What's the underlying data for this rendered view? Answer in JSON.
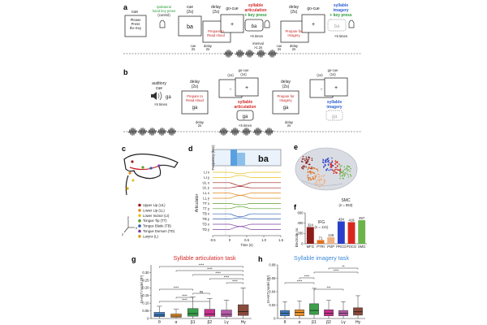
{
  "panel_a": {
    "label": "a",
    "cue_left": "cue",
    "press_text": [
      "Please",
      "Press",
      "the Key"
    ],
    "ipsi": [
      "ipsilateral",
      "hand key press",
      "(control)"
    ],
    "cue2": [
      "cue",
      "(2s)"
    ],
    "stim1": "ba",
    "delay1": [
      "delay",
      "(2s)"
    ],
    "gocue1": "go-cue",
    "plus": "+",
    "art_title": [
      "syllable",
      "articulation",
      "+ key press"
    ],
    "prepare_aloud": [
      "Prepare to",
      "Read Aloud"
    ],
    "times": "×5 times",
    "stim_ba": "ba",
    "delay2": [
      "delay",
      "(2s)"
    ],
    "gocue2": "go-cue",
    "img_title": [
      "syllable",
      "imagery",
      "+ key press"
    ],
    "prepare_img": [
      "Prepare for",
      "Imagery"
    ],
    "ba_dim": "ba",
    "times2": "×5 times",
    "t_cue": [
      "cue",
      "2s"
    ],
    "t_delay": [
      "delay",
      "2s"
    ],
    "t_interval": [
      "interval",
      ">1.2s"
    ],
    "t_cue2": [
      "cue",
      "2s"
    ],
    "t_delay2": [
      "delay",
      "2s"
    ]
  },
  "panel_b": {
    "label": "b",
    "aud": [
      "auditory",
      "cue"
    ],
    "ga": "ga",
    "times": "×5 times",
    "delay": [
      "delay",
      "(2s)"
    ],
    "prepare_aloud": [
      "Prepare to",
      "Read Aloud"
    ],
    "stim": "ga",
    "go1": [
      "(1s)",
      "go-cue",
      "(1s)"
    ],
    "syl_art": [
      "syllable",
      "articulation"
    ],
    "ga2": "ga",
    "times2": "×5 times",
    "delay2": [
      "delay",
      "(2s)"
    ],
    "prepare_img": [
      "Prepare for",
      "Imagery"
    ],
    "stim2": "ga",
    "go2": [
      "(1s)",
      "go-cue",
      "(1s)"
    ],
    "syl_img": [
      "syllable",
      "imagery"
    ],
    "ga3": "ga",
    "t_delay1": [
      "delay",
      "2s"
    ],
    "t_delay2": [
      "delay",
      "2s"
    ]
  },
  "panel_c": {
    "label": "c",
    "legend": [
      {
        "name": "Upper Lip (UL)",
        "color": "#9b1c1c"
      },
      {
        "name": "Lower Lip (LL)",
        "color": "#e08a1e"
      },
      {
        "name": "Lower Incisor (LI)",
        "color": "#e6c21c"
      },
      {
        "name": "Tongue Tip (TT)",
        "color": "#5a9e2f"
      },
      {
        "name": "Tongue Blade (TB)",
        "color": "#2f5fb0"
      },
      {
        "name": "Tongue Dorsum (TD)",
        "color": "#7b3fa0"
      },
      {
        "name": "Larynx (L)",
        "color": "#d9a400"
      }
    ],
    "axes": [
      "y",
      "z",
      "x"
    ]
  },
  "panel_d": {
    "label": "d",
    "word": "ba",
    "spec_ylabel": "Frequency (kHz)",
    "ylabel": "Articulator",
    "xlabel": "Time (s)",
    "rows": [
      "LI x",
      "LI y",
      "UL x",
      "UL y",
      "LL x",
      "LL y",
      "TT x",
      "TT y",
      "TB x",
      "TB y",
      "TD x",
      "TD y"
    ],
    "row_colors": [
      "#e6c21c",
      "#e6c21c",
      "#9b1c1c",
      "#9b1c1c",
      "#e08a1e",
      "#e08a1e",
      "#5a9e2f",
      "#5a9e2f",
      "#2f5fb0",
      "#2f5fb0",
      "#7b3fa0",
      "#7b3fa0"
    ],
    "xticks": [
      "-0.5",
      "0",
      "0.5",
      "1.0",
      "1.5"
    ]
  },
  "panel_e": {
    "label": "e"
  },
  "panel_f": {
    "label": "f",
    "ylabel": "Electrode no.",
    "smc_label": [
      "SMC",
      "(n = 853)"
    ],
    "ifg_label": [
      "IFG",
      "(n = 121)"
    ],
    "chart_data": {
      "type": "bar",
      "categories": [
        "MFG",
        "PTRI",
        "POP",
        "PRCG",
        "POCG",
        "SMG"
      ],
      "values": [
        324,
        71,
        126,
        434,
        419,
        457
      ],
      "ylim": [
        0,
        600
      ],
      "yticks": [
        0,
        200,
        400,
        600
      ],
      "colors": [
        "#8c1d18",
        "#e07020",
        "#f0b080",
        "#2a3fc9",
        "#d8281e",
        "#6cb44a"
      ]
    }
  },
  "panel_g": {
    "label": "g",
    "title": "Syllable articulation task",
    "title_color": "#d42a2a",
    "ylabel": "SI-AKT model (R²)",
    "sig": [
      "****",
      "****",
      "****",
      "****",
      "****",
      "****",
      "ns",
      "****",
      "****"
    ],
    "chart_data": {
      "type": "box",
      "categories": [
        "θ",
        "α",
        "β1",
        "β2",
        "Lγ",
        "Hγ"
      ],
      "ylim": [
        0,
        0.35
      ],
      "yticks": [
        "0",
        "0.05",
        "0.10",
        "0.15",
        "0.20",
        "0.25",
        "0.30"
      ],
      "boxes": [
        {
          "q1": 0.012,
          "median": 0.022,
          "q3": 0.04,
          "min": 0.0,
          "max": 0.08,
          "color": "#3e7cc2"
        },
        {
          "q1": 0.008,
          "median": 0.016,
          "q3": 0.03,
          "min": 0.0,
          "max": 0.06,
          "color": "#e8902a"
        },
        {
          "q1": 0.015,
          "median": 0.032,
          "q3": 0.065,
          "min": 0.0,
          "max": 0.14,
          "color": "#3aa04a"
        },
        {
          "q1": 0.014,
          "median": 0.03,
          "q3": 0.06,
          "min": 0.0,
          "max": 0.13,
          "color": "#c8318e"
        },
        {
          "q1": 0.013,
          "median": 0.027,
          "q3": 0.055,
          "min": 0.0,
          "max": 0.12,
          "color": "#b55aa8"
        },
        {
          "q1": 0.02,
          "median": 0.045,
          "q3": 0.09,
          "min": 0.0,
          "max": 0.2,
          "color": "#8a4a3a"
        }
      ]
    }
  },
  "panel_h": {
    "label": "h",
    "title": "Syllable imagery task",
    "title_color": "#3a8ad8",
    "ylabel": "SI-AKT model (R²)",
    "sig": [
      "**",
      "****",
      "****",
      "****",
      "***"
    ],
    "chart_data": {
      "type": "box",
      "categories": [
        "θ",
        "α",
        "β1",
        "β2",
        "Lγ",
        "Hγ"
      ],
      "ylim": [
        0,
        0.08
      ],
      "yticks": [
        "0",
        "0.02",
        "0.04",
        "0.06",
        "0.08"
      ],
      "boxes": [
        {
          "q1": 0.004,
          "median": 0.008,
          "q3": 0.012,
          "min": 0.0,
          "max": 0.025,
          "color": "#3e7cc2"
        },
        {
          "q1": 0.004,
          "median": 0.009,
          "q3": 0.013,
          "min": 0.0,
          "max": 0.026,
          "color": "#e8902a"
        },
        {
          "q1": 0.006,
          "median": 0.012,
          "q3": 0.022,
          "min": 0.0,
          "max": 0.045,
          "color": "#3aa04a"
        },
        {
          "q1": 0.004,
          "median": 0.008,
          "q3": 0.013,
          "min": 0.0,
          "max": 0.027,
          "color": "#c8318e"
        },
        {
          "q1": 0.004,
          "median": 0.008,
          "q3": 0.012,
          "min": 0.0,
          "max": 0.025,
          "color": "#b55aa8"
        },
        {
          "q1": 0.005,
          "median": 0.01,
          "q3": 0.016,
          "min": 0.0,
          "max": 0.034,
          "color": "#8a4a3a"
        }
      ]
    }
  }
}
